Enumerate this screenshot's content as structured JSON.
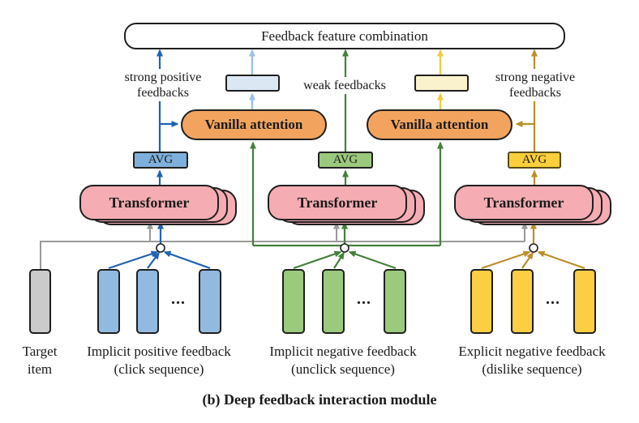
{
  "combination_label": "Feedback feature combination",
  "attention_label": "Vanilla attention",
  "avg_label": "AVG",
  "transformer_label": "Transformer",
  "ellipsis": "...",
  "edge_labels": {
    "strong_positive_1": "strong positive",
    "strong_positive_2": "feedbacks",
    "weak": "weak feedbacks",
    "strong_negative_1": "strong negative",
    "strong_negative_2": "feedbacks"
  },
  "inputs": {
    "target": {
      "line1": "Target",
      "line2": "item"
    },
    "implicit_positive": {
      "line1": "Implicit positive feedback",
      "line2": "(click sequence)"
    },
    "implicit_negative": {
      "line1": "Implicit negative feedback",
      "line2": "(unclick sequence)"
    },
    "explicit_negative": {
      "line1": "Explicit negative feedback",
      "line2": "(dislike sequence)"
    }
  },
  "caption": "(b) Deep feedback interaction module",
  "colors": {
    "border": "#1f1f1f",
    "pink": "#F5ADB3",
    "orange": "#F2A45F",
    "avg_blue": "#7FB0DC",
    "avg_green": "#9CC87D",
    "avg_yellow": "#FBCF3B",
    "bar_blue": "#92BAE0",
    "bar_green": "#9BCA7D",
    "bar_yellow": "#FBCE44",
    "bar_gray": "#CBCBCB",
    "vec_blue": "#DBE8F4",
    "vec_yellow": "#FAF2CD",
    "dark_blue": "#1E63B4",
    "light_blue": "#9CC1E5",
    "dark_green": "#45803A",
    "bright_yellow": "#F0CB3F",
    "dark_yellow": "#BC8E27",
    "gray_line": "#9A9A9A"
  }
}
